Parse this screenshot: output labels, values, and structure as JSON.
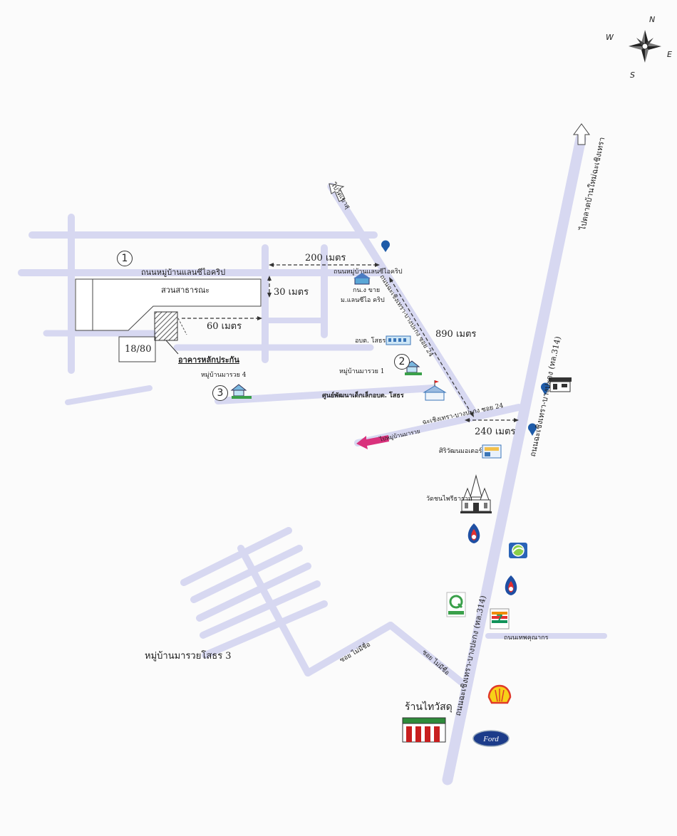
{
  "compass": {
    "n": "N",
    "s": "S",
    "e": "E",
    "w": "W"
  },
  "markers": {
    "one": "1",
    "two": "2",
    "three": "3"
  },
  "distances": {
    "d200": "200 เมตร",
    "d30": "30 เมตร",
    "d60": "60 เมตร",
    "d890": "890 เมตร",
    "d240": "240 เมตร"
  },
  "labels": {
    "road_top": "ถนนหมู่บ้านแลนซีไอคริป",
    "road_top_small": "ถนนหมู่บ้านแลนซีไอคริป",
    "garden": "สวนสาธารณะ",
    "parcel": "18/80",
    "collateral": "อาคารหลักประกัน",
    "village4": "หมู่บ้านมารวย 4",
    "village1": "หมู่บ้านมารวย 1",
    "sales_office_1": "กน.ง ขาย",
    "sales_office_2": "ม.แลนซีไอ คริป",
    "obt": "อบต. โสธร",
    "child_center": "ศูนย์พัฒนาเด็กเล็กอบต. โสธร",
    "soi24": "ถนนฉะเชิงเทรา-บางปะกง ซอย 24",
    "soi_road": "ฉะเชิงเทรา-บางปะกง ซอย 24",
    "to_lower_left": "ไปหมู่บ้านมารวย",
    "to_top_road": "ไปวัดเขาสุ",
    "to_chachoengsao": "ไปตลาดบ้านใหม่ฉะเชิงเทรา",
    "main_road_1": "ถนนฉะเชิงเทรา-บางปะกง (ทล.314)",
    "main_road_2": "ถนนฉะเชิงเทรา-บางปะกง (ทล.314)",
    "market": "ศิริวัฒนมอเตอร์",
    "temple": "วัดชนไพรีธาราม",
    "village3": "หมู่บ้านมารวยโสธร 3",
    "road_a": "ซอย ไม่มีชื่อ",
    "road_b": "ซอย ไม่มีชื่อ",
    "side_road": "ถนนเทพคุณากร",
    "shop": "ร้านไทวัสดุ"
  }
}
